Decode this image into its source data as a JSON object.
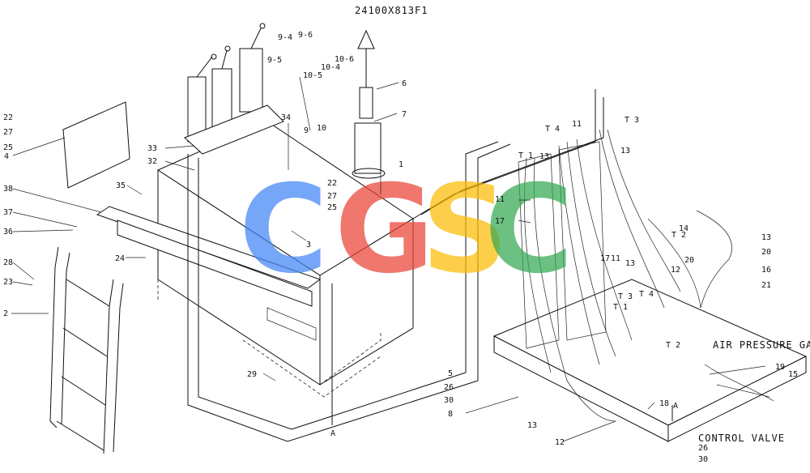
{
  "drawing_number": "24100X813F1",
  "annotations": {
    "air_pressure_gage": "AIR PRESSURE GAGE",
    "control_valve": "CONTROL VALVE",
    "section_a_top": "A",
    "section_a_bottom": "A"
  },
  "watermark": {
    "letters": [
      "C",
      "G",
      "S",
      "C"
    ],
    "colors": [
      "#4285F4",
      "#EA4335",
      "#FBBC05",
      "#34A853"
    ]
  },
  "callouts": {
    "c1": "1",
    "c2": "2",
    "c3": "3",
    "c4": "4",
    "c5": "5",
    "c6": "6",
    "c7": "7",
    "c8": "8",
    "c9": "9",
    "c9_4": "9-4",
    "c9_5": "9-5",
    "c9_6": "9-6",
    "c10": "10",
    "c10_4": "10-4",
    "c10_5": "10-5",
    "c10_6": "10-6",
    "c11a": "11",
    "c11b": "11",
    "c11c": "11",
    "c12a": "12",
    "c12b": "12",
    "c13a": "13",
    "c13b": "13",
    "c13c": "13",
    "c13d": "13",
    "c13e": "13",
    "c14": "14",
    "c15": "15",
    "c16": "16",
    "c17a": "17",
    "c17b": "17",
    "c18": "18",
    "c19": "19",
    "c20a": "20",
    "c20b": "20",
    "c21": "21",
    "c22a": "22",
    "c22b": "22",
    "c23": "23",
    "c24": "24",
    "c25a": "25",
    "c25b": "25",
    "c26a": "26",
    "c26b": "26",
    "c27a": "27",
    "c27b": "27",
    "c28": "28",
    "c29": "29",
    "c30a": "30",
    "c30b": "30",
    "c32": "32",
    "c33": "33",
    "c34": "34",
    "c35": "35",
    "c36": "36",
    "c37": "37",
    "c38": "38",
    "t1a": "T 1",
    "t1b": "T 1",
    "t2a": "T 2",
    "t2b": "T 2",
    "t3a": "T 3",
    "t3b": "T 3",
    "t4a": "T 4",
    "t4b": "T 4"
  }
}
